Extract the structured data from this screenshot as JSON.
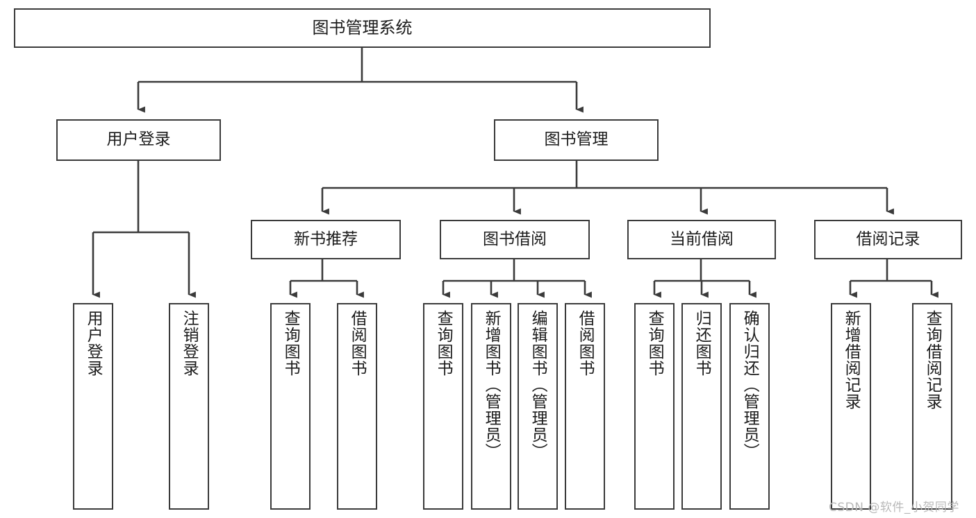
{
  "diagram": {
    "title": "图书管理系统",
    "watermark": "CSDN @软件_小贺同学",
    "edge_color": "#3a3a3a",
    "box_border_color": "#3a3a3a",
    "background_color": "#ffffff",
    "text_color": "#1b1b1b",
    "nodes": {
      "root": {
        "label": "图书管理系统"
      },
      "tier2": [
        {
          "id": "user-login",
          "label": "用户登录"
        },
        {
          "id": "book-management",
          "label": "图书管理"
        }
      ],
      "tier3": [
        {
          "id": "new-book-recommend",
          "label": "新书推荐"
        },
        {
          "id": "book-borrow",
          "label": "图书借阅"
        },
        {
          "id": "current-borrow",
          "label": "当前借阅"
        },
        {
          "id": "borrow-record",
          "label": "借阅记录"
        }
      ],
      "leaves": {
        "user-login": [
          {
            "id": "leaf-user-login",
            "label": "用户登录"
          },
          {
            "id": "leaf-logout-login",
            "label": "注销登录"
          }
        ],
        "new-book-recommend": [
          {
            "id": "leaf-query-book-1",
            "label": "查询图书"
          },
          {
            "id": "leaf-borrow-book-1",
            "label": "借阅图书"
          }
        ],
        "book-borrow": [
          {
            "id": "leaf-query-book-2",
            "label": "查询图书"
          },
          {
            "id": "leaf-add-book-admin",
            "label": "新增图书（管理员）"
          },
          {
            "id": "leaf-edit-book-admin",
            "label": "编辑图书（管理员）"
          },
          {
            "id": "leaf-borrow-book-2",
            "label": "借阅图书"
          }
        ],
        "current-borrow": [
          {
            "id": "leaf-query-book-3",
            "label": "查询图书"
          },
          {
            "id": "leaf-return-book",
            "label": "归还图书"
          },
          {
            "id": "leaf-confirm-return-admin",
            "label": "确认归还（管理员）"
          }
        ],
        "borrow-record": [
          {
            "id": "leaf-add-borrow-record",
            "label": "新增借阅记录"
          },
          {
            "id": "leaf-query-borrow-record",
            "label": "查询借阅记录"
          }
        ]
      }
    }
  }
}
